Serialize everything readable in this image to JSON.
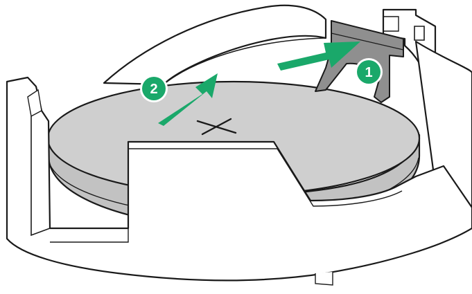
{
  "diagram": {
    "steps": [
      {
        "number": "1",
        "action": "push-latch-lever"
      },
      {
        "number": "2",
        "action": "lift-battery-out"
      }
    ],
    "symbols": {
      "battery_mark": "cross-mark"
    },
    "colors": {
      "arrow": "#1aa86a",
      "badge": "#1aa86a",
      "badge_ring": "#ffffff",
      "battery_fill": "#cfcfcf",
      "battery_side": "#c2c2c2",
      "holder_fill": "#ffffff",
      "latch_fill": "#8f8f8f",
      "outline": "#1a1a1a"
    }
  }
}
